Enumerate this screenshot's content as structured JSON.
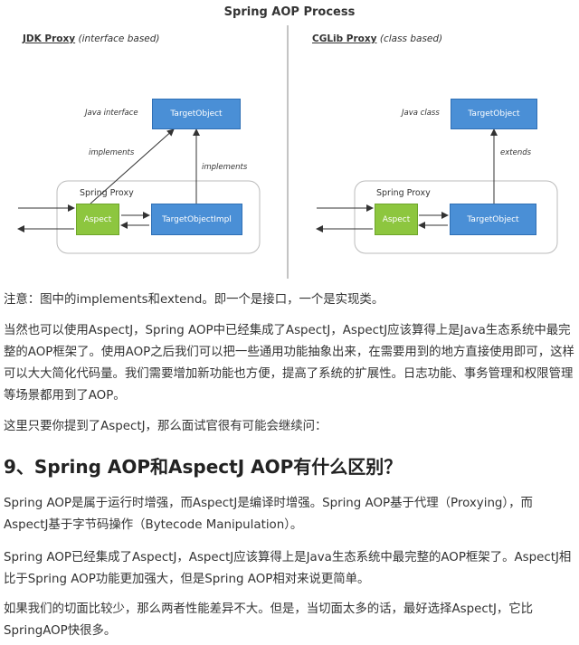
{
  "diagram": {
    "title": "Spring AOP Process",
    "left": {
      "header": "JDK Proxy",
      "header_note": "(interface based)",
      "interface_label": "Java interface",
      "target": "TargetObject",
      "implements_left": "implements",
      "implements_right": "implements",
      "proxy_label": "Spring Proxy",
      "aspect": "Aspect",
      "impl": "TargetObjectImpl"
    },
    "right": {
      "header": "CGLib Proxy",
      "header_note": "(class based)",
      "class_label": "Java class",
      "target": "TargetObject",
      "extends": "extends",
      "proxy_label": "Spring Proxy",
      "aspect": "Aspect",
      "target2": "TargetObject"
    },
    "colors": {
      "blue": "#4a8fd6",
      "green": "#8dc63f"
    }
  },
  "text": {
    "note": "注意：图中的implements和extend。即一个是接口，一个是实现类。",
    "para1": "当然也可以使用AspectJ，Spring AOP中已经集成了AspectJ，AspectJ应该算得上是Java生态系统中最完整的AOP框架了。使用AOP之后我们可以把一些通用功能抽象出来，在需要用到的地方直接使用即可，这样可以大大简化代码量。我们需要增加新功能也方便，提高了系统的扩展性。日志功能、事务管理和权限管理等场景都用到了AOP。",
    "para2": "这里只要你提到了AspectJ，那么面试官很有可能会继续问：",
    "heading": "9、Spring AOP和AspectJ AOP有什么区别？",
    "para3": "Spring AOP是属于运行时增强，而AspectJ是编译时增强。Spring AOP基于代理（Proxying），而AspectJ基于字节码操作（Bytecode Manipulation）。",
    "para4": "Spring AOP已经集成了AspectJ，AspectJ应该算得上是Java生态系统中最完整的AOP框架了。AspectJ相比于Spring AOP功能更加强大，但是Spring AOP相对来说更简单。",
    "para5": "如果我们的切面比较少，那么两者性能差异不大。但是，当切面太多的话，最好选择AspectJ，它比SpringAOP快很多。"
  }
}
